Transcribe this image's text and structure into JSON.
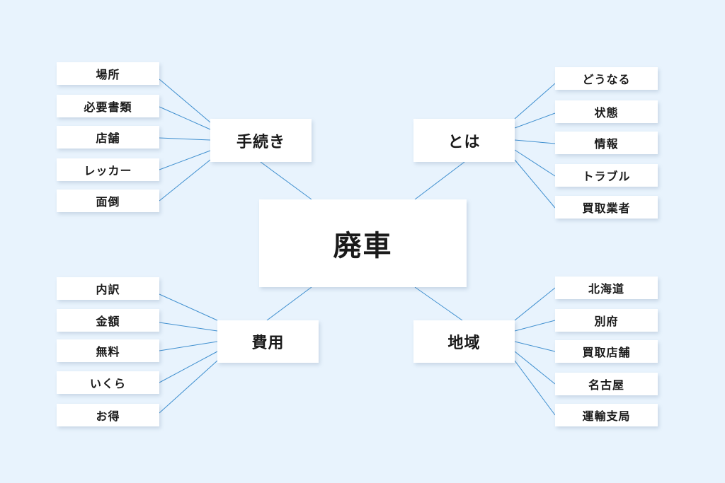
{
  "center": {
    "label": "廃車"
  },
  "branches": {
    "tetsuzuki": {
      "label": "手続き",
      "children": [
        "場所",
        "必要書類",
        "店舗",
        "レッカー",
        "面倒"
      ]
    },
    "towa": {
      "label": "とは",
      "children": [
        "どうなる",
        "状態",
        "情報",
        "トラブル",
        "買取業者"
      ]
    },
    "hiyou": {
      "label": "費用",
      "children": [
        "内訳",
        "金額",
        "無料",
        "いくら",
        "お得"
      ]
    },
    "chiiki": {
      "label": "地域",
      "children": [
        "北海道",
        "別府",
        "買取店舗",
        "名古屋",
        "運輸支局"
      ]
    }
  },
  "colors": {
    "background": "#e8f3fd",
    "line": "#3f8fcf",
    "box": "#ffffff"
  }
}
